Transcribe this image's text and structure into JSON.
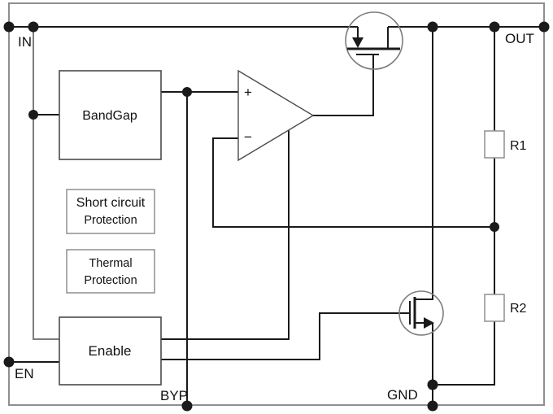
{
  "diagram": {
    "kind": "ldo-voltage-regulator-block-diagram",
    "pins": {
      "in": "IN",
      "out": "OUT",
      "en": "EN",
      "byp": "BYP",
      "gnd": "GND"
    },
    "blocks": {
      "bandgap": "BandGap",
      "short_circuit": {
        "line1": "Short circuit",
        "line2": "Protection"
      },
      "thermal": {
        "line1": "Thermal",
        "line2": "Protection"
      },
      "enable": "Enable"
    },
    "resistors": {
      "r1": "R1",
      "r2": "R2"
    },
    "opamp": {
      "plus_label": "+",
      "minus_label": "−"
    },
    "colors": {
      "line_black": "#1a1a1a",
      "line_gray": "#7d7d7d",
      "border_gray": "#8f8f8f",
      "box_border": "#4a4a4a",
      "background": "#ffffff"
    }
  }
}
